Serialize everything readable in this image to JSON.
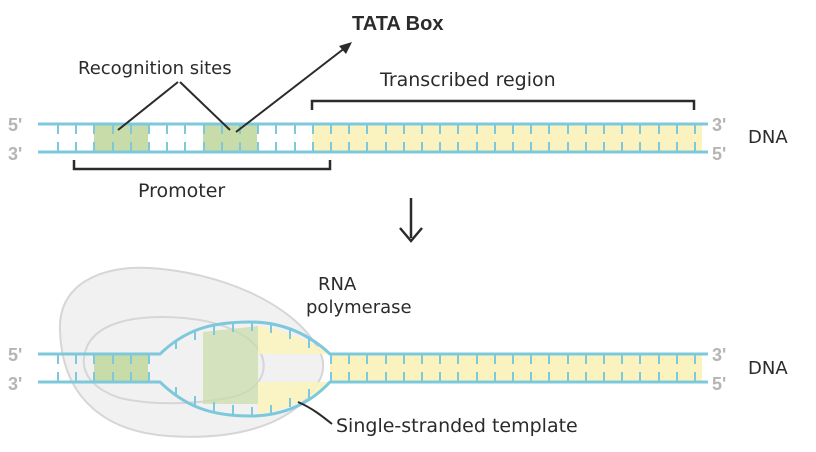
{
  "labels": {
    "tata_box": "TATA Box",
    "recognition_sites": "Recognition sites",
    "transcribed_region": "Transcribed region",
    "promoter": "Promoter",
    "dna_top": "DNA",
    "dna_bottom": "DNA",
    "rna_polymerase_line1": "RNA",
    "rna_polymerase_line2": "polymerase",
    "single_strand": "Single-stranded template"
  },
  "strand_ends": {
    "top_left_upper": "5'",
    "top_left_lower": "3'",
    "top_right_upper": "3'",
    "top_right_lower": "5'",
    "bottom_left_upper": "5'",
    "bottom_left_lower": "3'",
    "bottom_right_upper": "3'",
    "bottom_right_lower": "5'"
  },
  "colors": {
    "strand": "#7ec8dc",
    "promoter_site": "#c7dca8",
    "transcribed": "#fbf3bf",
    "polymerase": "#f1f1f1",
    "polymerase_outline": "#d6d6d6",
    "ink": "#2b2b2b",
    "end_labels": "#b5b5b5"
  },
  "arrow_icon": "down-arrow-icon"
}
